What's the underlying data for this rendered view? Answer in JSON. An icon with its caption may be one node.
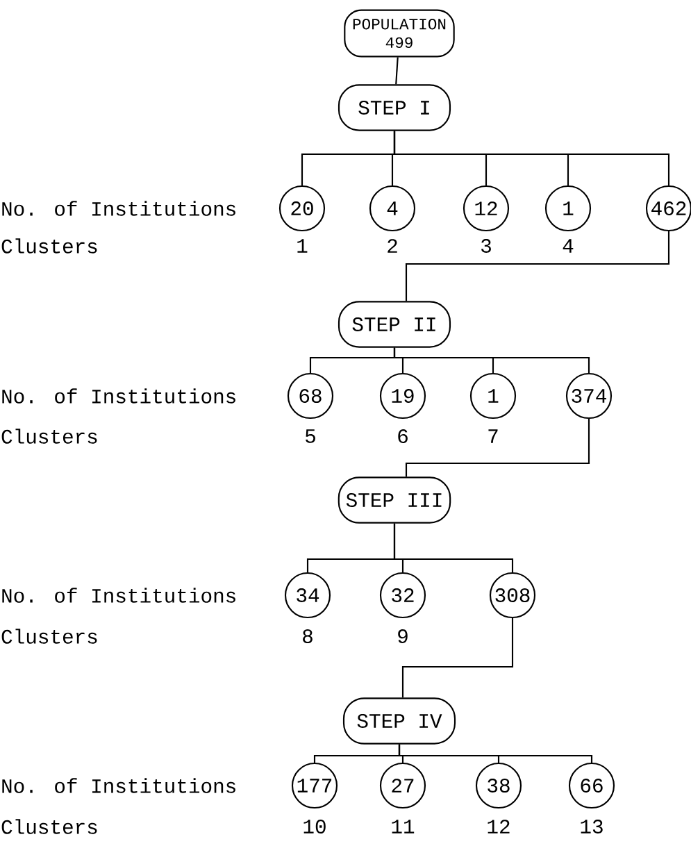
{
  "diagram": {
    "nodes": [
      {
        "text": [
          "POPULATION 499"
        ]
      },
      {
        "text": [
          "STEP I"
        ]
      },
      {
        "text": [
          "20"
        ],
        "beside": [
          "1"
        ]
      },
      {
        "text": [
          "4"
        ],
        "beside": [
          "2"
        ]
      },
      {
        "text": [
          "12"
        ],
        "beside": [
          "3"
        ]
      },
      {
        "text": [
          "1"
        ],
        "beside": [
          "4"
        ]
      },
      {
        "text": [
          "462"
        ]
      },
      {
        "text": [
          "STEP II"
        ]
      },
      {
        "text": [
          "68"
        ],
        "beside": [
          "5"
        ]
      },
      {
        "text": [
          "19"
        ],
        "beside": [
          "6"
        ]
      },
      {
        "text": [
          "1"
        ],
        "beside": [
          "7"
        ]
      },
      {
        "text": [
          "374"
        ]
      },
      {
        "text": [
          "STEP III"
        ]
      },
      {
        "text": [
          "34"
        ],
        "beside": [
          "8"
        ]
      },
      {
        "text": [
          "32"
        ],
        "beside": [
          "9"
        ]
      },
      {
        "text": [
          "308"
        ]
      },
      {
        "text": [
          "STEP IV"
        ]
      },
      {
        "text": [
          "177"
        ],
        "beside": [
          "10"
        ]
      },
      {
        "text": [
          "27"
        ],
        "beside": [
          "11"
        ]
      },
      {
        "text": [
          "38"
        ],
        "beside": [
          "12"
        ]
      },
      {
        "text": [
          "66"
        ],
        "beside": [
          "13"
        ]
      }
    ],
    "edges": [
      {
        "from": 0,
        "to": 1,
        "arrow": "none"
      },
      {
        "from": 1,
        "to": 2,
        "arrow": "none"
      },
      {
        "from": 1,
        "to": 3,
        "arrow": "none"
      },
      {
        "from": 1,
        "to": 4,
        "arrow": "none"
      },
      {
        "from": 1,
        "to": 5,
        "arrow": "none"
      },
      {
        "from": 1,
        "to": 6,
        "arrow": "none"
      },
      {
        "from": 6,
        "to": 7,
        "arrow": "none"
      },
      {
        "from": 7,
        "to": 8,
        "arrow": "none"
      },
      {
        "from": 7,
        "to": 9,
        "arrow": "none"
      },
      {
        "from": 7,
        "to": 10,
        "arrow": "none"
      },
      {
        "from": 7,
        "to": 11,
        "arrow": "none"
      },
      {
        "from": 11,
        "to": 12,
        "arrow": "none"
      },
      {
        "from": 12,
        "to": 13,
        "arrow": "none"
      },
      {
        "from": 12,
        "to": 14,
        "arrow": "none"
      },
      {
        "from": 12,
        "to": 15,
        "arrow": "none"
      },
      {
        "from": 15,
        "to": 16,
        "arrow": "none"
      },
      {
        "from": 16,
        "to": 17,
        "arrow": "none"
      },
      {
        "from": 16,
        "to": 18,
        "arrow": "none"
      },
      {
        "from": 16,
        "to": 19,
        "arrow": "none"
      },
      {
        "from": 16,
        "to": 20,
        "arrow": "none"
      }
    ],
    "labels": [
      "No. of Institutions",
      "Clusters",
      "No. of Institutions",
      "Clusters",
      "No. of Institutions",
      "Clusters",
      "No. of Institutions",
      "Clusters"
    ]
  }
}
